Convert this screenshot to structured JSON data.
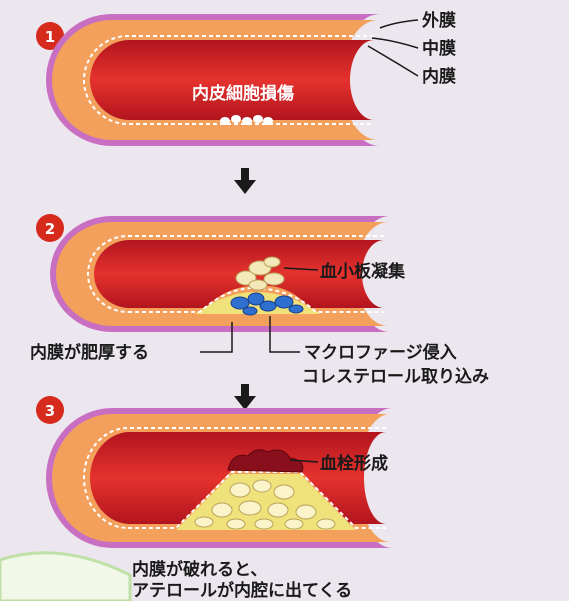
{
  "steps": {
    "s1": {
      "number": "1",
      "injury_label": "内皮細胞損傷"
    },
    "s2": {
      "number": "2",
      "platelet_label": "血小板凝集",
      "thicken_label": "内膜が肥厚する",
      "macro_line1": "マクロファージ侵入",
      "macro_line2": "コレステロール取り込み"
    },
    "s3": {
      "number": "3",
      "thrombus_label": "血栓形成",
      "caption_line1": "内膜が破れると、",
      "caption_line2": "アテロールが内腔に出てくる"
    }
  },
  "layers": {
    "outer": "外膜",
    "middle": "中膜",
    "inner": "内膜"
  },
  "colors": {
    "badge": "#d62a1c",
    "lumen": "#d4232a",
    "wall": "#f3a05c",
    "outer": "#c86fc1",
    "plaque": "#f0e27a",
    "macrophage": "#2f6fd0"
  }
}
